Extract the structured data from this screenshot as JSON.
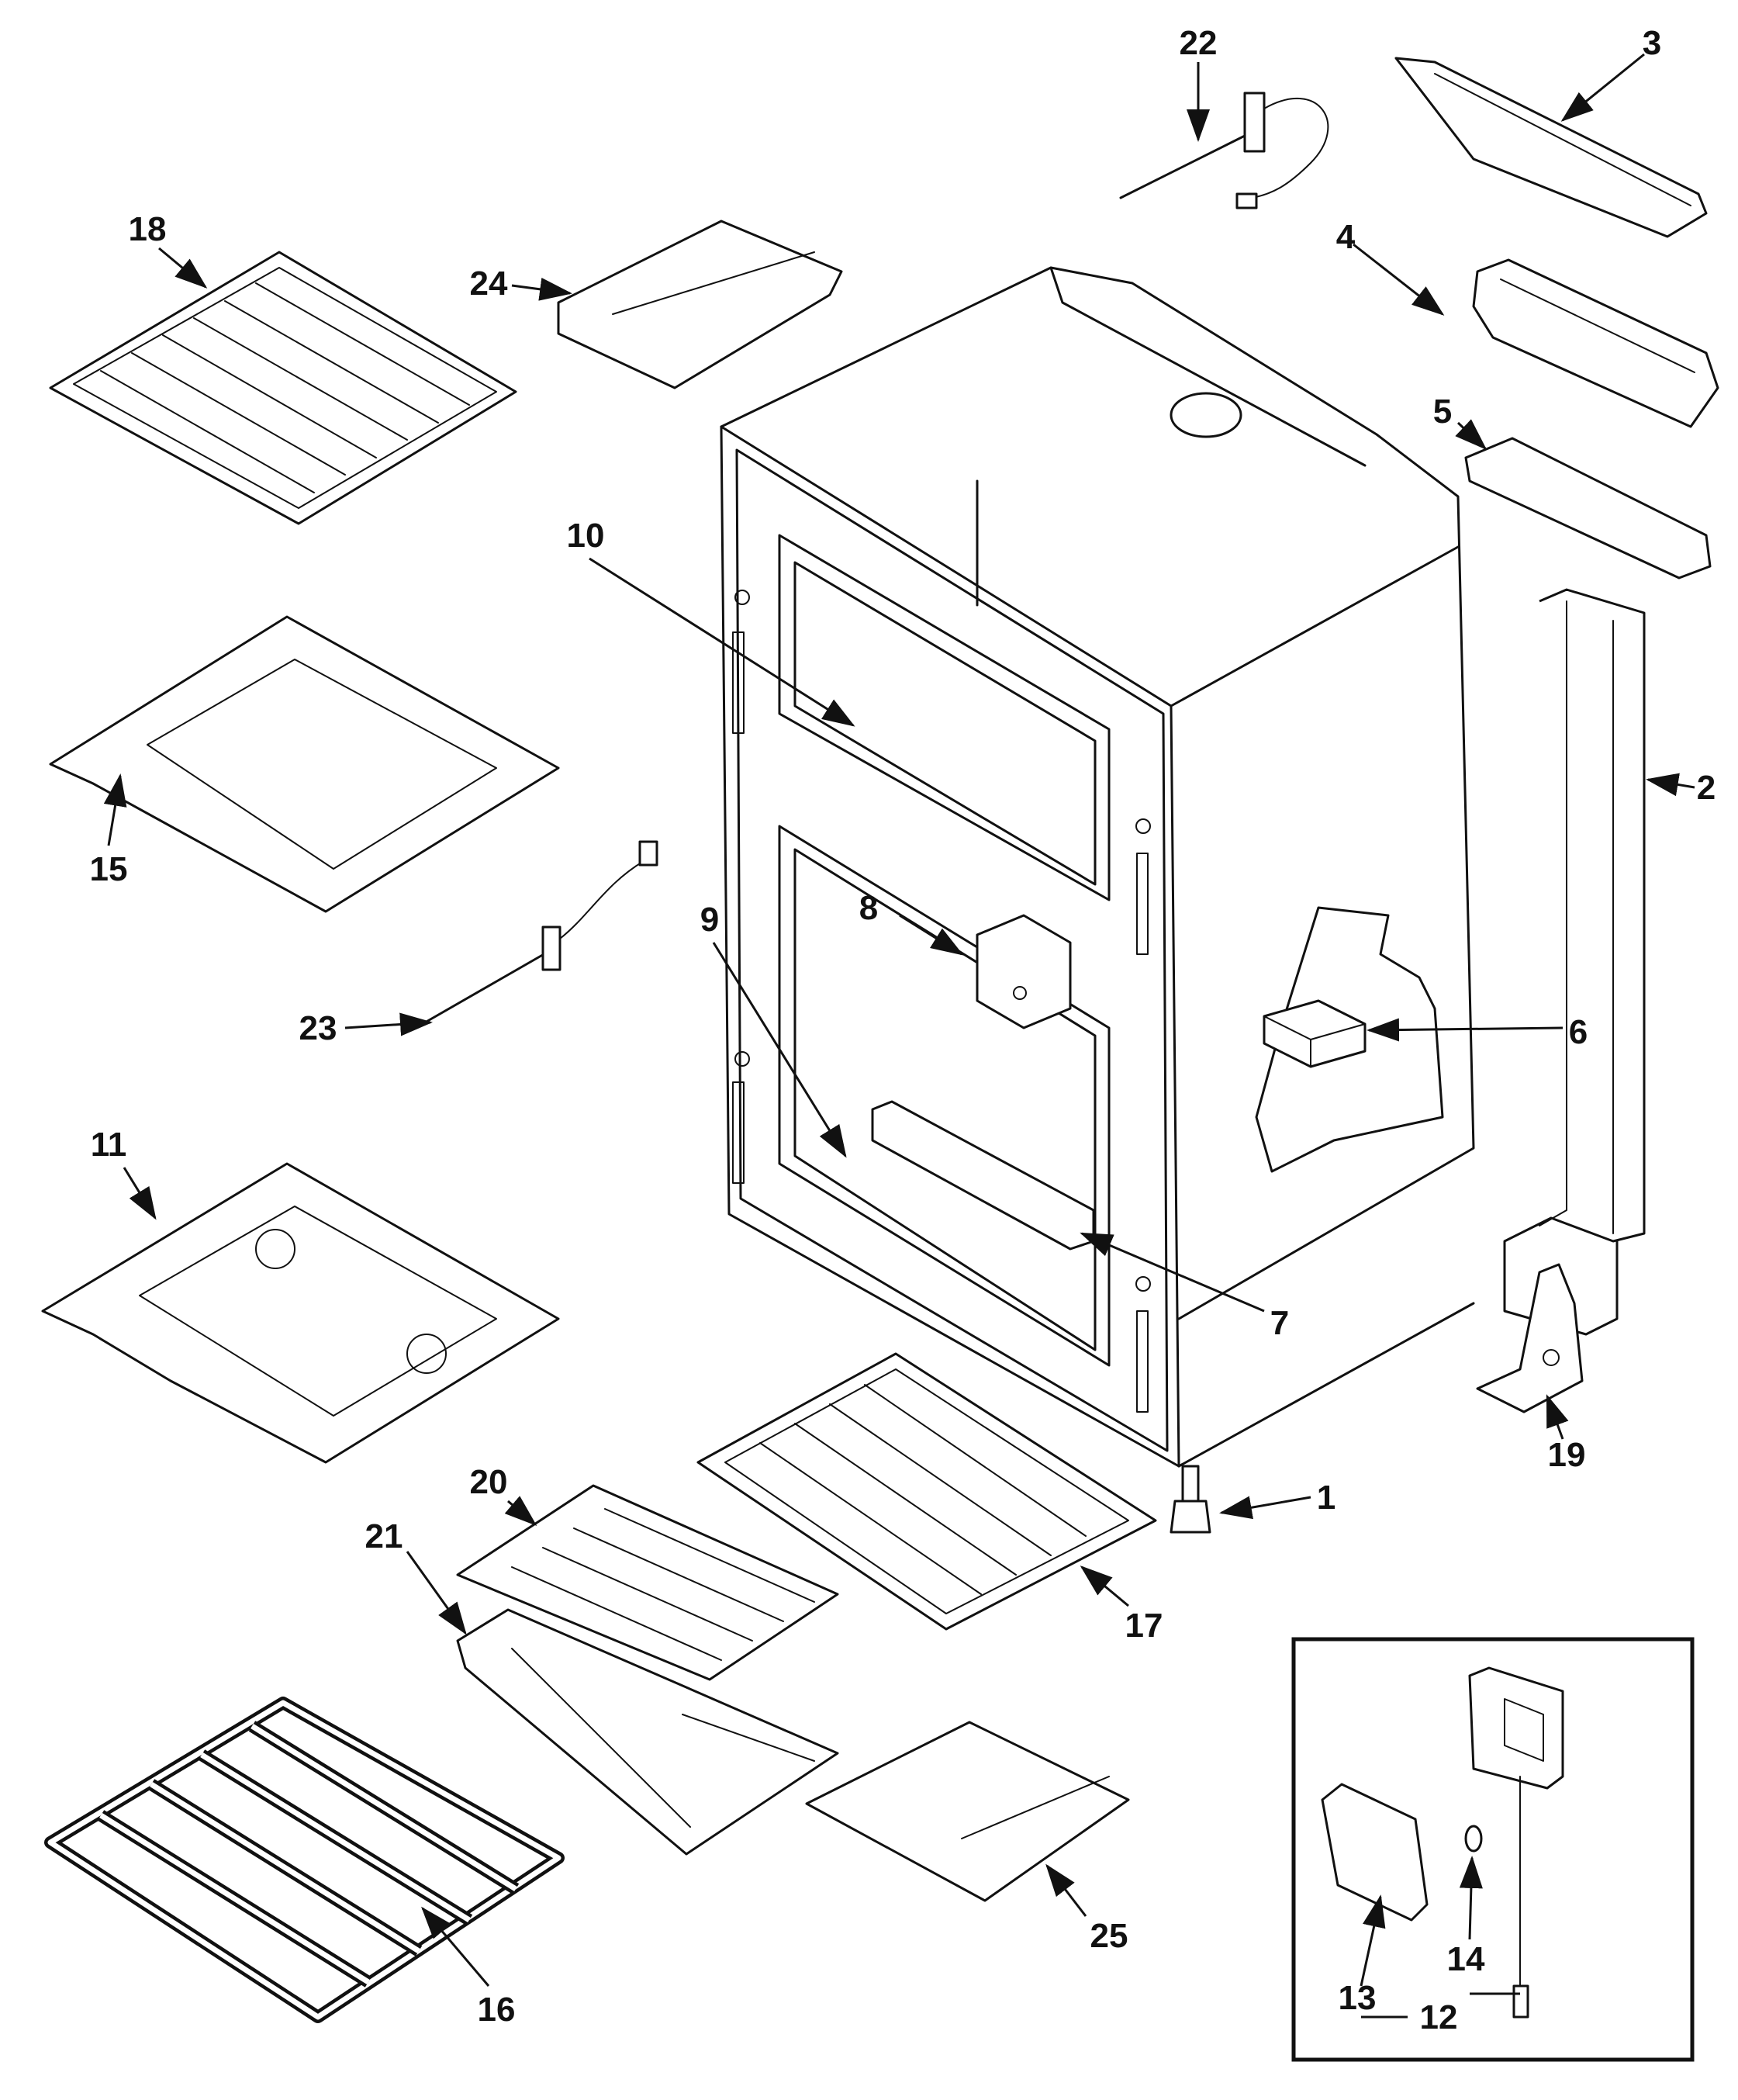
{
  "diagram": {
    "part_labels": [
      "1",
      "2",
      "3",
      "4",
      "5",
      "6",
      "7",
      "8",
      "9",
      "10",
      "11",
      "12",
      "13",
      "14",
      "15",
      "16",
      "17",
      "18",
      "19",
      "20",
      "21",
      "22",
      "23",
      "24",
      "25"
    ]
  }
}
